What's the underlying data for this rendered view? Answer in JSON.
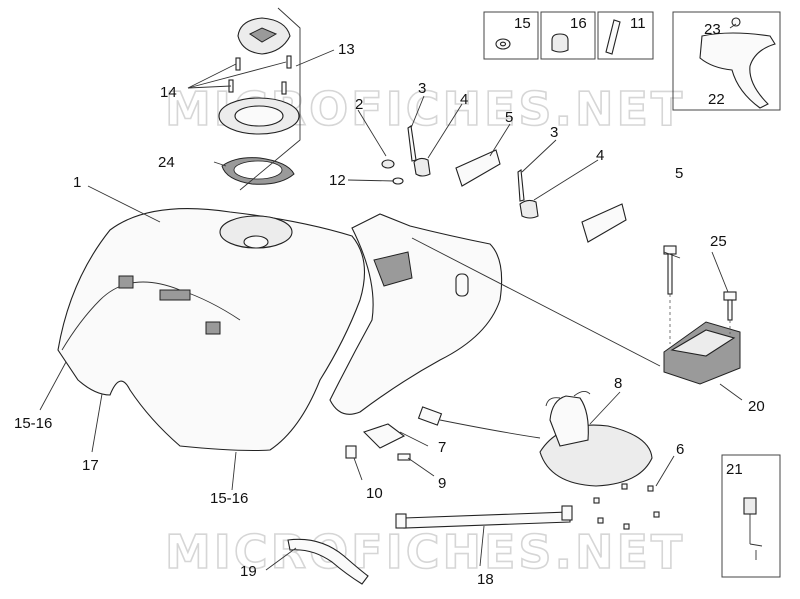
{
  "watermark": "MICROFICHES.NET",
  "labels": {
    "l1": "1",
    "l2": "2",
    "l3a": "3",
    "l3b": "3",
    "l4a": "4",
    "l4b": "4",
    "l5a": "5",
    "l5b": "5",
    "l6": "6",
    "l7": "7",
    "l8": "8",
    "l9": "9",
    "l10": "10",
    "l11": "11",
    "l12": "12",
    "l13": "13",
    "l14": "14",
    "l15": "15",
    "l16": "16",
    "l1516a": "15-16",
    "l1516b": "15-16",
    "l17": "17",
    "l18": "18",
    "l19": "19",
    "l20": "20",
    "l21": "21",
    "l22": "22",
    "l23": "23",
    "l24": "24",
    "l25": "25"
  }
}
